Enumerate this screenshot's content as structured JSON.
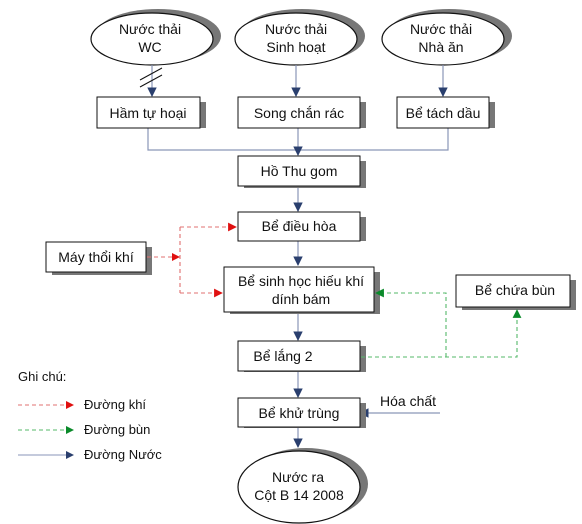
{
  "sources": {
    "wc": [
      "Nước thải",
      "WC"
    ],
    "domestic": [
      "Nước thải",
      "Sinh hoạt"
    ],
    "canteen": [
      "Nước thải",
      "Nhà ăn"
    ]
  },
  "boxes": {
    "septic": "Hầm tự hoại",
    "screen": "Song chắn rác",
    "grease": "Bể tách dầu",
    "collection": "Hồ Thu gom",
    "equalization": "Bể điều hòa",
    "blower": "Máy thổi khí",
    "bio": [
      "Bể sinh học hiếu khí",
      "dính bám"
    ],
    "sludge": "Bể chứa bùn",
    "settling": "Bể lắng 2",
    "chemical": "Hóa chất",
    "disinfection": "Bể khử trùng"
  },
  "outlet": [
    "Nước ra",
    "Cột B 14 2008"
  ],
  "legend": {
    "title": "Ghi chú:",
    "air": "Đường khí",
    "sludge": "Đường bùn",
    "water": "Đường Nước"
  },
  "colors": {
    "air_line": "#e07070",
    "air_arrow": "#e01010",
    "sludge_line": "#55b86a",
    "sludge_arrow": "#0a8a2a",
    "water_line": "#8a96b8",
    "water_arrow": "#2a3f6e",
    "shadow": "#7a7a7a"
  }
}
